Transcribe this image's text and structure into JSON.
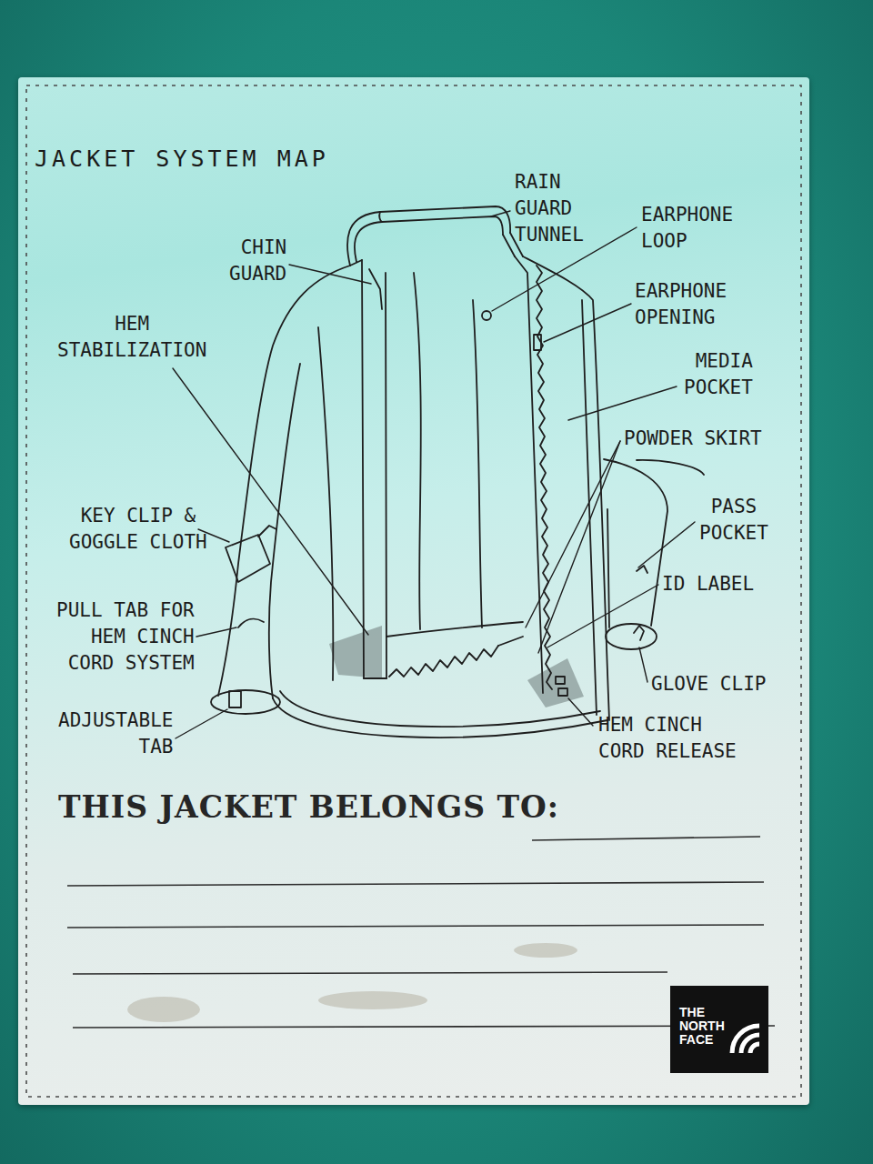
{
  "diagram": {
    "title": "JACKET SYSTEM MAP",
    "nodes": [
      {
        "text": [
          "THE NORTH FACE"
        ]
      }
    ],
    "labels": [
      "RAIN GUARD TUNNEL",
      "EARPHONE LOOP",
      "CHIN GUARD",
      "EARPHONE OPENING",
      "HEM STABILIZATION",
      "MEDIA POCKET",
      "POWDER SKIRT",
      "PASS POCKET",
      "KEY CLIP & GOGGLE CLOTH",
      "ID LABEL",
      "PULL TAB FOR HEM CINCH CORD SYSTEM",
      "GLOVE CLIP",
      "ADJUSTABLE TAB",
      "HEM CINCH CORD RELEASE",
      "THIS JACKET BELONGS TO:"
    ]
  }
}
